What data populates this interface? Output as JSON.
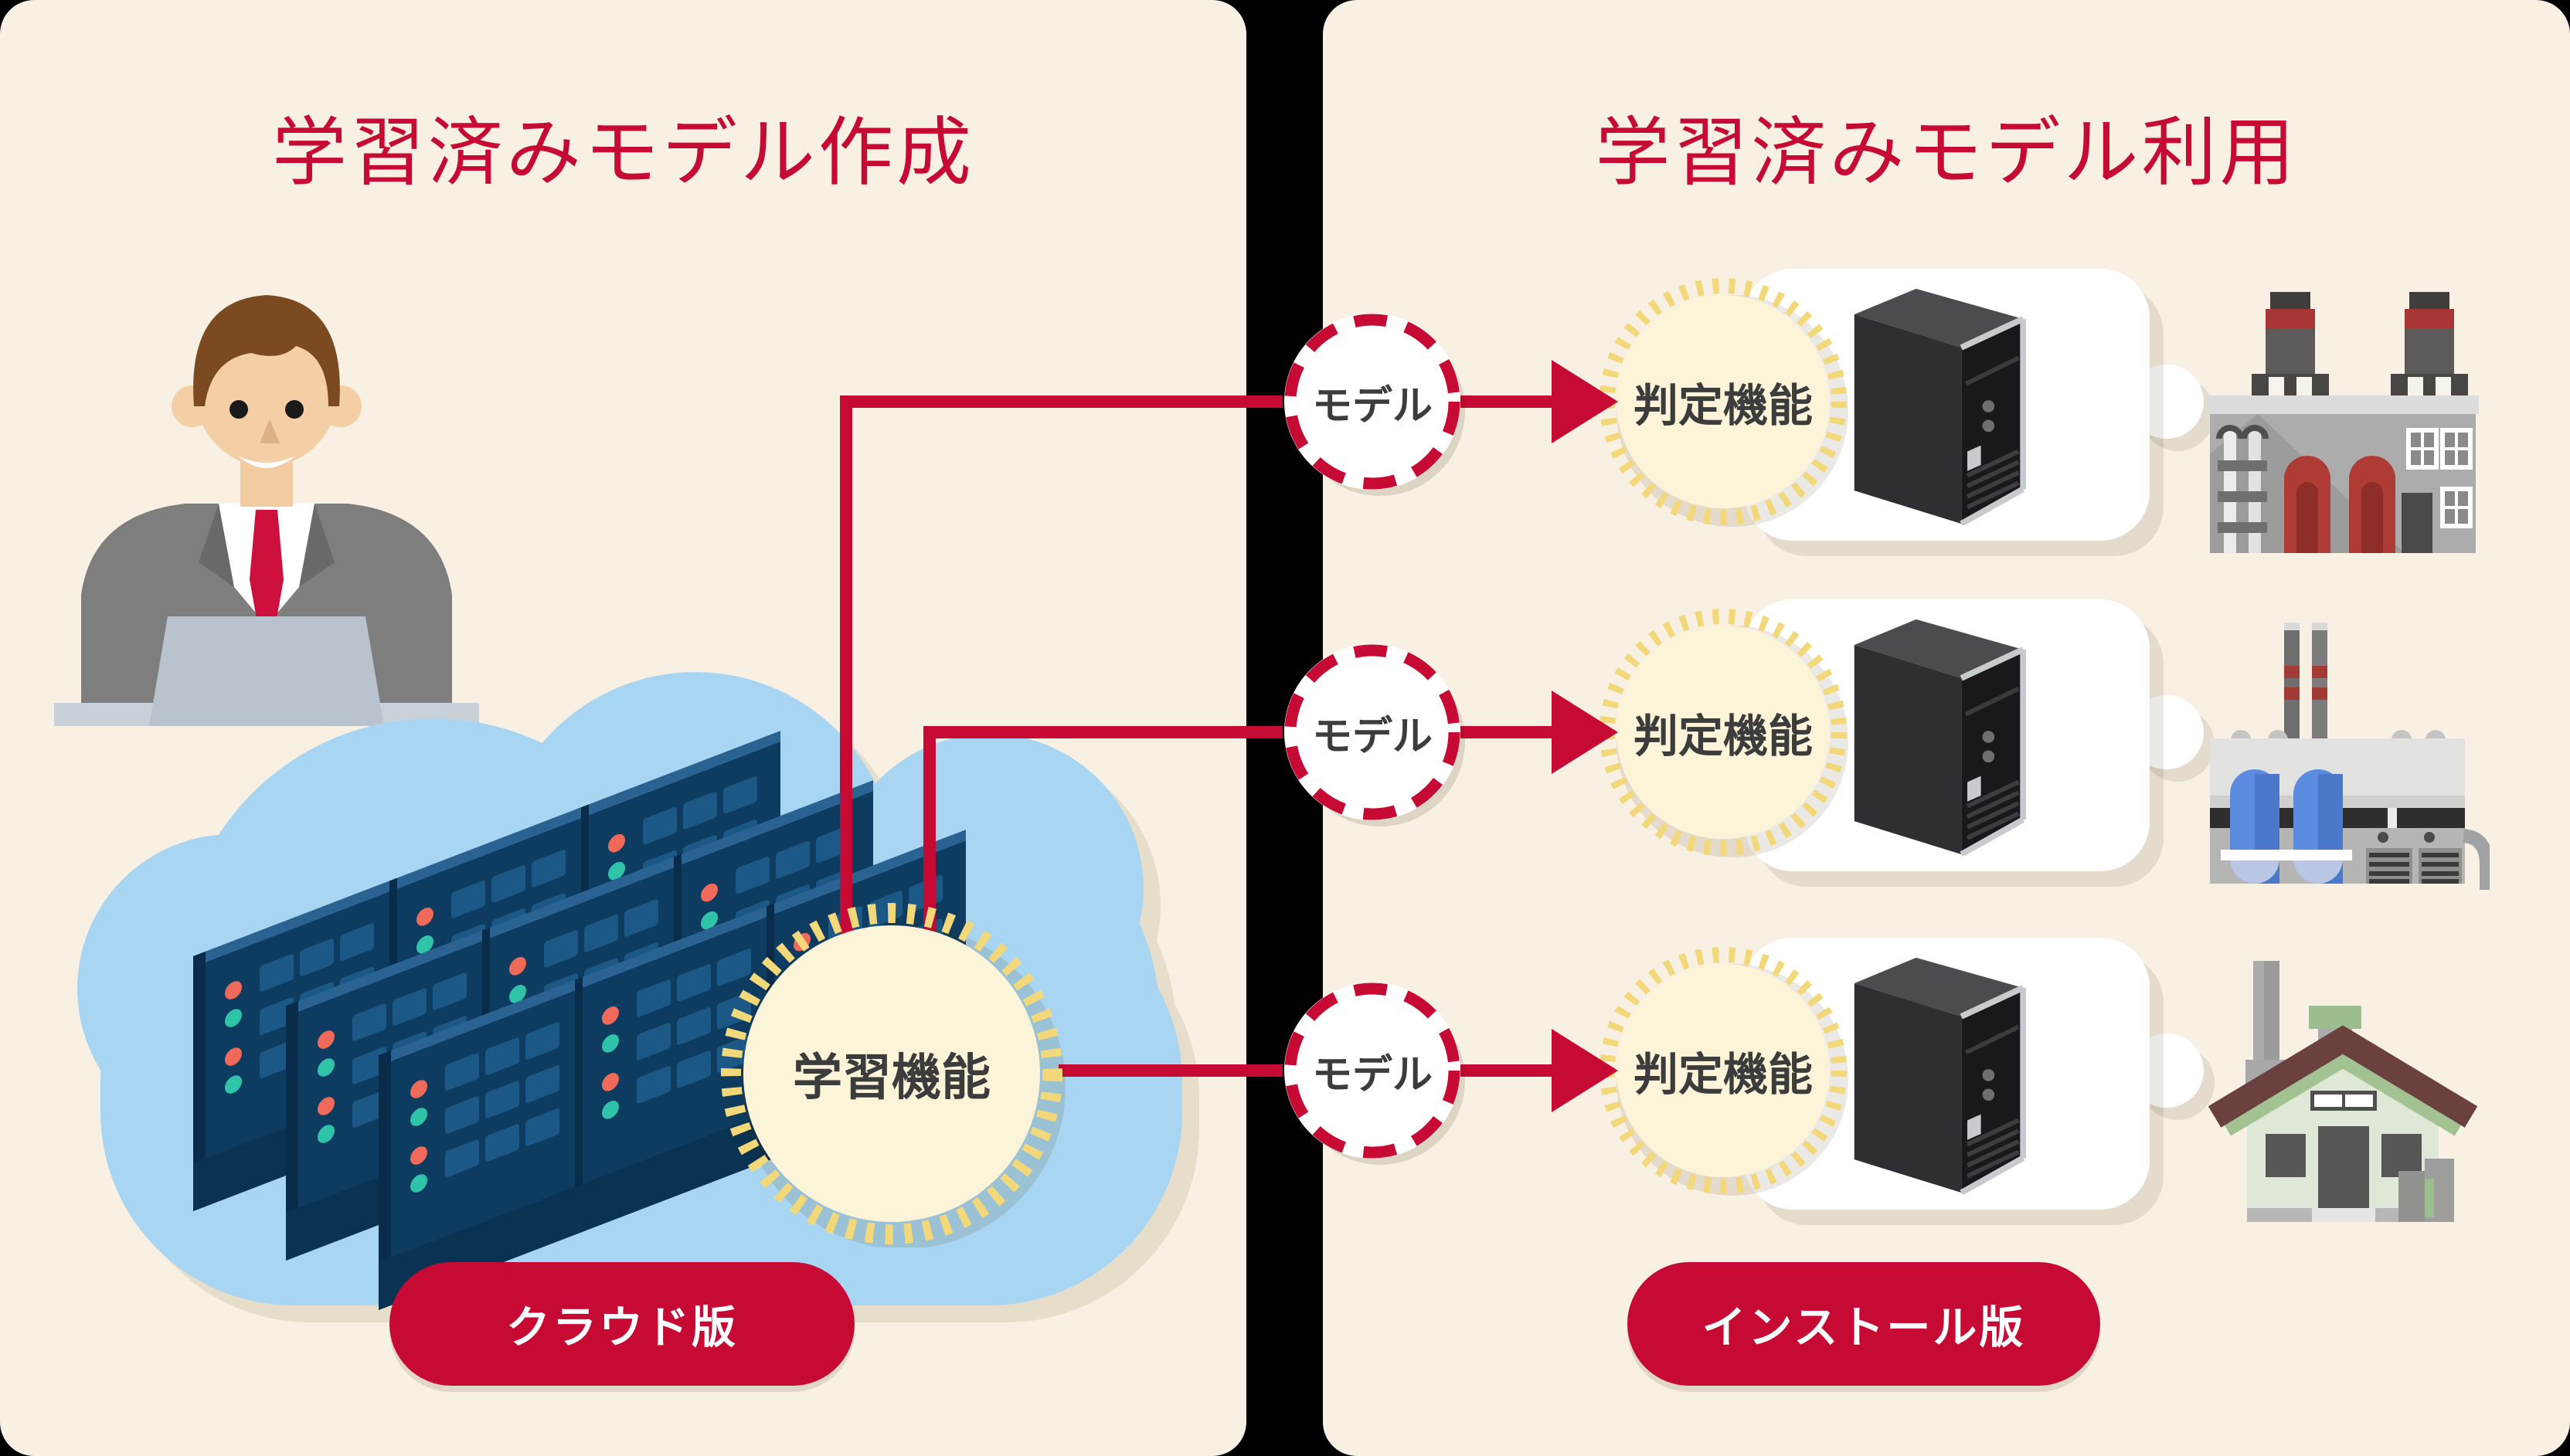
{
  "left": {
    "title": "学習済みモデル作成",
    "learning_circle_label": "学習機能",
    "badge": "クラウド版"
  },
  "right": {
    "title": "学習済みモデル利用",
    "badge": "インストール版",
    "rows": [
      {
        "model_label": "モデル",
        "function_label": "判定機能",
        "site_icon": "factory-building-icon"
      },
      {
        "model_label": "モデル",
        "function_label": "判定機能",
        "site_icon": "power-plant-icon"
      },
      {
        "model_label": "モデル",
        "function_label": "判定機能",
        "site_icon": "workshop-house-icon"
      }
    ]
  },
  "icons": {
    "person": "person-at-laptop-icon",
    "servers": "server-racks-icon",
    "cloud": "cloud-shape-icon",
    "tower": "tower-server-icon",
    "arrow": "arrow-right-icon"
  },
  "colors": {
    "background": "#000000",
    "panel_cream": "#F8F0E2",
    "accent_crimson": "#C60A33",
    "cloud_blue": "#A8D6F2",
    "circle_cream": "#FCF4D9",
    "tick_yellow": "#F3D87A",
    "server_navy": "#0D3C60",
    "led_red": "#EF6A58",
    "led_teal": "#2FC4A9",
    "label_dark": "#3C3C3C"
  }
}
